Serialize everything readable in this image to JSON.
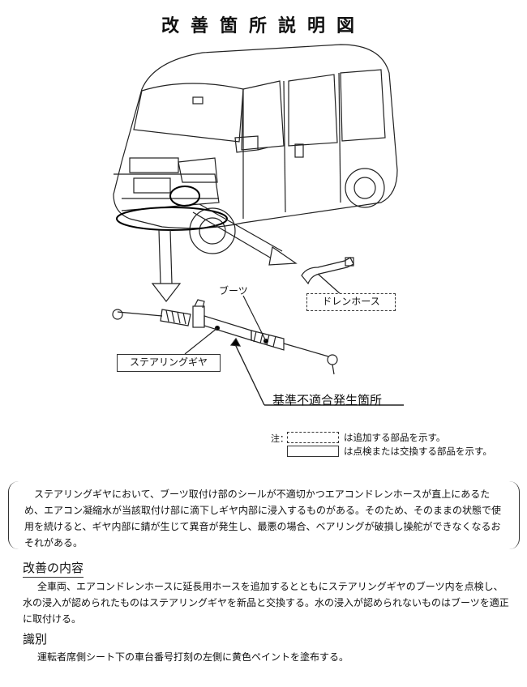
{
  "title": "改善箇所説明図",
  "labels": {
    "boot": "ブーツ",
    "drain_hose": "ドレンホース",
    "steering_gear": "ステアリングギヤ",
    "nonconformity_location": "基準不適合発生箇所"
  },
  "notes": {
    "prefix": "注：",
    "dashed": "は追加する部品を示す。",
    "solid": "は点検または交換する部品を示す。"
  },
  "description": "ステアリングギヤにおいて、ブーツ取付け部のシールが不適切かつエアコンドレンホースが直上にあるため、エアコン凝縮水が当該取付け部に滴下しギヤ内部に浸入するものがある。そのため、そのままの状態で使用を続けると、ギヤ内部に錆が生じて異音が発生し、最悪の場合、ベアリングが破損し操舵ができなくなるおそれがある。",
  "improvement": {
    "heading": "改善の内容",
    "body": "全車両、エアコンドレンホースに延長用ホースを追加するとともにステアリングギヤのブーツ内を点検し、水の浸入が認められたものはステアリングギヤを新品と交換する。水の浸入が認められないものはブーツを適正に取付ける。"
  },
  "identification": {
    "heading": "識別",
    "body": "運転者席側シート下の車台番号打刻の左側に黄色ペイントを塗布する。"
  }
}
